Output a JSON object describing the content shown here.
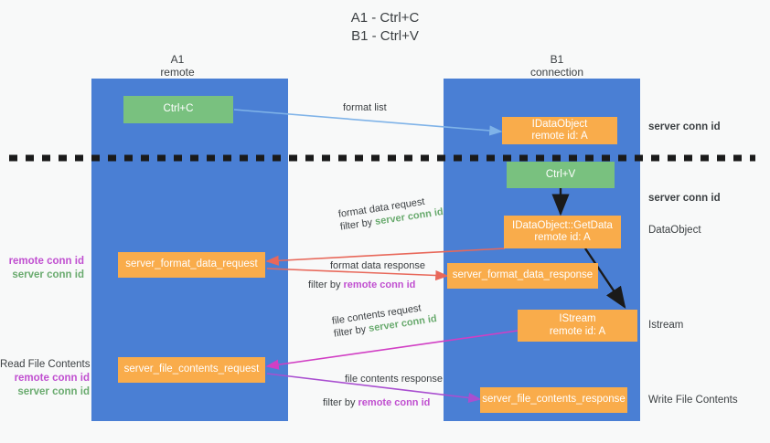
{
  "title": {
    "line1": "A1 - Ctrl+C",
    "line2": "B1 - Ctrl+V"
  },
  "colors": {
    "lane": "#4a7fd4",
    "green_node": "#79c17f",
    "orange_node": "#f9ac4b",
    "server_conn_id": "#6aab6f",
    "remote_conn_id": "#c04fd0",
    "arrow_light_blue": "#7fb3e8",
    "arrow_red": "#e8685a",
    "arrow_magenta": "#d13fc4",
    "arrow_purple": "#a94fd0",
    "arrow_black": "#1a1a1a",
    "divider": "#1a1a1a",
    "background": "#f8f9f9"
  },
  "columns": [
    {
      "id": "a1",
      "name": "A1",
      "sub": "remote"
    },
    {
      "id": "b1",
      "name": "B1",
      "sub": "connection"
    }
  ],
  "nodes": [
    {
      "id": "ctrl-c",
      "kind": "green",
      "line1": "Ctrl+C",
      "line2": ""
    },
    {
      "id": "idataobject",
      "kind": "orange",
      "line1": "IDataObject",
      "line2": "remote id: A"
    },
    {
      "id": "ctrl-v",
      "kind": "green",
      "line1": "Ctrl+V",
      "line2": ""
    },
    {
      "id": "idataobject-getdata",
      "kind": "orange",
      "line1": "IDataObject::GetData",
      "line2": "remote id: A"
    },
    {
      "id": "server-format-data-request",
      "kind": "orange",
      "line1": "server_format_data_request",
      "line2": ""
    },
    {
      "id": "server-format-data-response",
      "kind": "orange",
      "line1": "server_format_data_response",
      "line2": ""
    },
    {
      "id": "istream",
      "kind": "orange",
      "line1": "IStream",
      "line2": "remote id: A"
    },
    {
      "id": "server-file-contents-request",
      "kind": "orange",
      "line1": "server_file_contents_request",
      "line2": ""
    },
    {
      "id": "server-file-contents-response",
      "kind": "orange",
      "line1": "server_file_contents_response",
      "line2": ""
    }
  ],
  "edge_labels": {
    "format_list": "format list",
    "format_data_request": "format data request",
    "format_data_request_filter_prefix": "filter by ",
    "format_data_request_filter_key": "server conn id",
    "format_data_response": "format data response",
    "format_data_response_filter_prefix": "filter by ",
    "format_data_response_filter_key": "remote conn id",
    "file_contents_request": "file contents request",
    "file_contents_request_filter_prefix": "filter by ",
    "file_contents_request_filter_key": "server conn id",
    "file_contents_response": "file contents response",
    "file_contents_response_filter_prefix": "filter by ",
    "file_contents_response_filter_key": "remote conn id"
  },
  "side_labels": {
    "right_server_conn_id_top": "server conn id",
    "right_server_conn_id_mid": "server conn id",
    "right_dataobject": "DataObject",
    "right_istream": "Istream",
    "right_write_file_contents": "Write File Contents",
    "left_remote_conn_id_1": "remote conn id",
    "left_server_conn_id_1": "server conn id",
    "left_read_file_contents": "Read File Contents",
    "left_remote_conn_id_2": "remote conn id",
    "left_server_conn_id_2": "server conn id"
  }
}
